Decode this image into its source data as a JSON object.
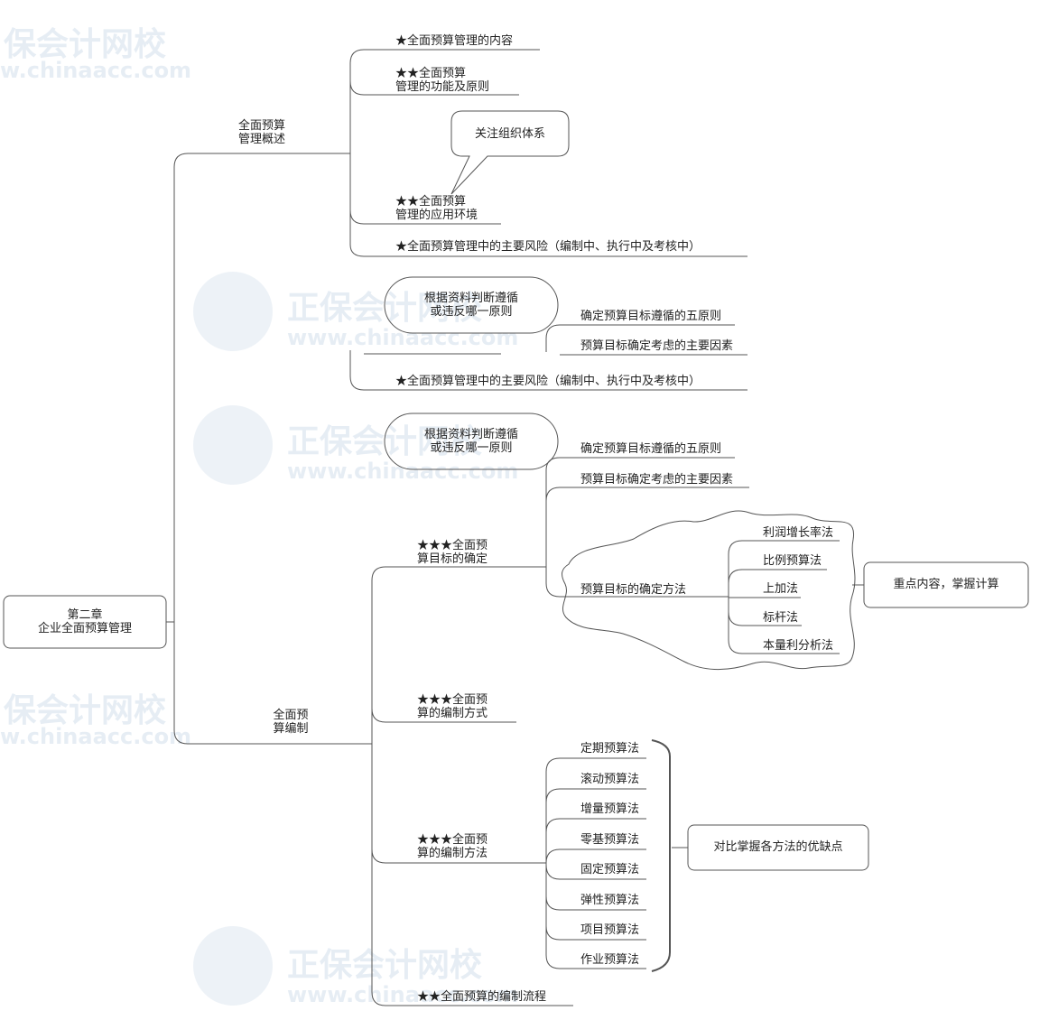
{
  "watermark": {
    "brand_short": "保会计网校",
    "brand_full": "正保会计网校",
    "site": "www.chinaacc.com",
    "site_short": "w.chinaacc.com"
  },
  "root": {
    "line1": "第二章",
    "line2": "企业全面预算管理"
  },
  "overview": {
    "label_line1": "全面预算",
    "label_line2": "管理概述",
    "item1": "★全面预算管理的内容",
    "item2_line1": "★★全面预算",
    "item2_line2": "管理的功能及原则",
    "callout": "关注组织体系",
    "item3_line1": "★★全面预算",
    "item3_line2": "管理的应用环境",
    "item4": "★全面预算管理中的主要风险（编制中、执行中及考核中）"
  },
  "ghost": {
    "bubble_line1": "根据资料判断遵循",
    "bubble_line2": "或违反哪一原则",
    "item1": "确定预算目标遵循的五原则",
    "item2": "预算目标确定考虑的主要因素",
    "item3": "★全面预算管理中的主要风险（编制中、执行中及考核中）"
  },
  "compile": {
    "label_line1": "全面预",
    "label_line2": "算编制",
    "goal": {
      "label_line1": "★★★全面预",
      "label_line2": "算目标的确定",
      "bubble_line1": "根据资料判断遵循",
      "bubble_line2": "或违反哪一原则",
      "principles": "确定预算目标遵循的五原则",
      "factors": "预算目标确定考虑的主要因素",
      "methods_label": "预算目标的确定方法",
      "methods": [
        "利润增长率法",
        "比例预算法",
        "上加法",
        "标杆法",
        "本量利分析法"
      ],
      "methods_note": "重点内容，掌握计算"
    },
    "way": {
      "label_line1": "★★★全面预",
      "label_line2": "算的编制方式"
    },
    "method": {
      "label_line1": "★★★全面预",
      "label_line2": "算的编制方法",
      "items": [
        "定期预算法",
        "滚动预算法",
        "增量预算法",
        "零基预算法",
        "固定预算法",
        "弹性预算法",
        "项目预算法",
        "作业预算法"
      ],
      "note": "对比掌握各方法的优缺点"
    },
    "process": "★★全面预算的编制流程"
  }
}
